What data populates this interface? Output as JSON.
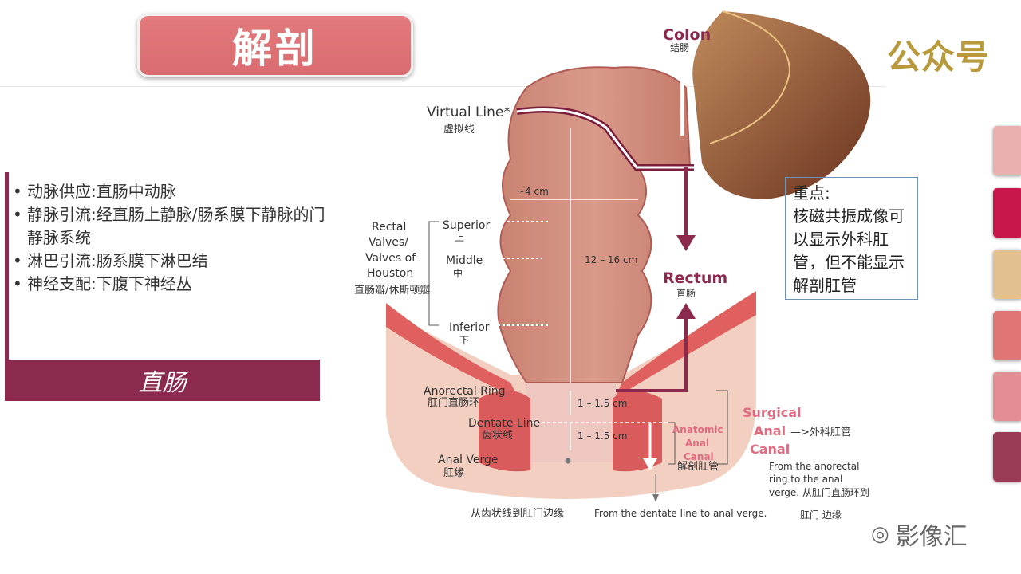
{
  "title": "解剖",
  "brand": "公众号",
  "bullets": [
    "动脉供应:直肠中动脉",
    "静脉引流:经直肠上静脉/肠系膜下静脉的门静脉系统",
    "淋巴引流:肠系膜下淋巴结",
    "神经支配:下腹下神经丛"
  ],
  "banner": "直肠",
  "note": {
    "heading": "重点:",
    "body": "核磁共振成像可以显示外科肛管，但不能显示解剖肛管"
  },
  "diagram": {
    "colon_en": "Colon",
    "colon_cn": "结肠",
    "virtual_en": "Virtual Line*",
    "virtual_cn": "虚拟线",
    "rectum_en": "Rectum",
    "rectum_cn": "直肠",
    "valves_en": "Rectal Valves/ Valves of Houston",
    "valves_cn": "直肠瓣/休斯顿瓣",
    "superior_en": "Superior",
    "superior_cn": "上",
    "middle_en": "Middle",
    "middle_cn": "中",
    "inferior_en": "Inferior",
    "inferior_cn": "下",
    "width": "~4 cm",
    "length": "12 – 16 cm",
    "anorectal_en": "Anorectal Ring",
    "anorectal_cn": "肛门直肠环",
    "dentate_en": "Dentate Line",
    "dentate_cn": "齿状线",
    "verge_en": "Anal Verge",
    "verge_cn": "肛缘",
    "seg1": "1 – 1.5 cm",
    "seg2": "1 – 1.5 cm",
    "anatomic": "Anatomic Anal Canal",
    "anatomic_cn": "解剖肛管",
    "surgical": "Surgical Anal Canal",
    "surgical_cn": "—>外科肛管",
    "surgical_desc": "From the anorectal ring to the anal verge. 从肛门直肠环到",
    "surgical_desc2": "肛门 边缘",
    "dentate_to_verge_cn": "从齿状线到肛门边缘",
    "dentate_to_verge_en": "From the dentate line to anal verge."
  },
  "swatches": [
    "#eab0b0",
    "#c8174a",
    "#e2c090",
    "#e07575",
    "#e58d95",
    "#9b3a55"
  ],
  "watermark": "影像汇",
  "colors": {
    "accent": "#8b2a4e",
    "title_bg": "#d96c70",
    "note_border": "#6e93b9"
  }
}
